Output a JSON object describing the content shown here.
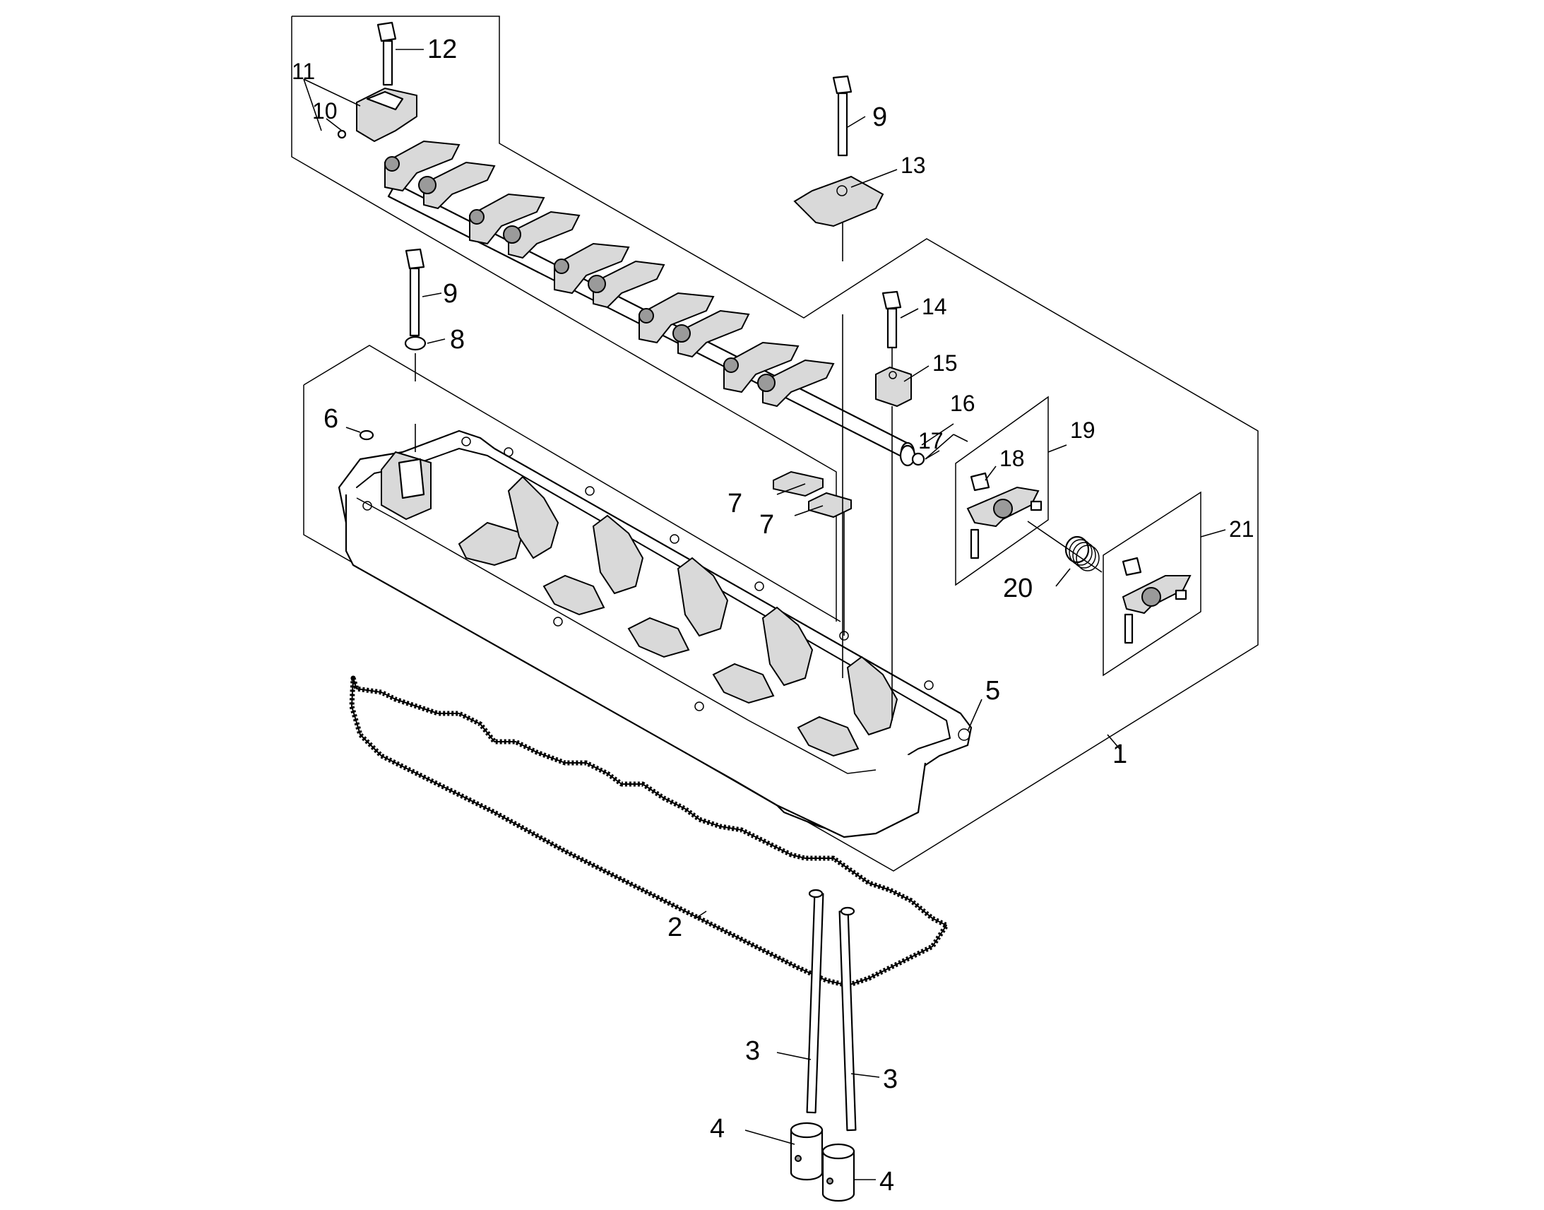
{
  "callouts": {
    "c1": "1",
    "c2": "2",
    "c3a": "3",
    "c3b": "3",
    "c4a": "4",
    "c4b": "4",
    "c5": "5",
    "c6": "6",
    "c7a": "7",
    "c7b": "7",
    "c8": "8",
    "c9a": "9",
    "c9b": "9",
    "c10": "10",
    "c11": "11",
    "c12": "12",
    "c13": "13",
    "c14": "14",
    "c15": "15",
    "c16": "16",
    "c17": "17",
    "c18": "18",
    "c19": "19",
    "c20": "20",
    "c21": "21"
  }
}
